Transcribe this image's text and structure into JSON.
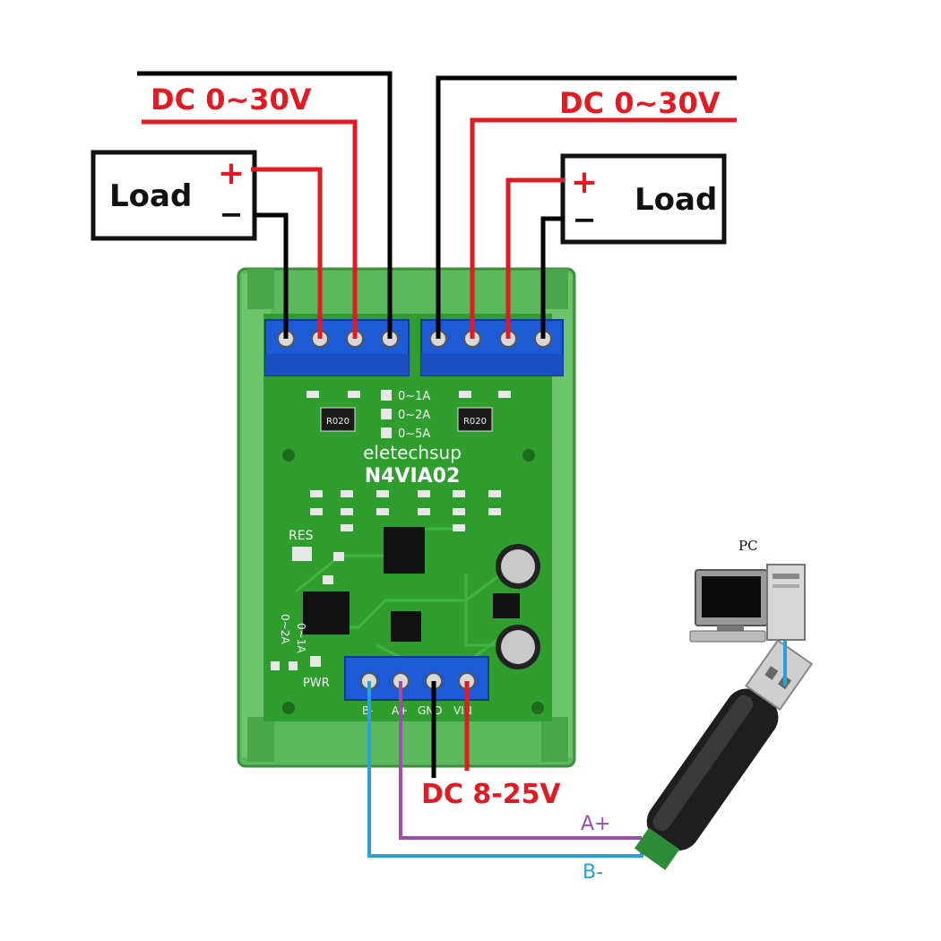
{
  "labels": {
    "dc_input_left": "DC 0~30V",
    "dc_input_right": "DC 0~30V",
    "load_left": "Load",
    "load_right": "Load",
    "plus": "+",
    "minus": "−",
    "power_supply": "DC 8-25V",
    "wire_a": "A+",
    "wire_b": "B-",
    "pc": "PC"
  },
  "board": {
    "brand": "eletechsup",
    "model": "N4VIA02",
    "range_1": "0~1A",
    "range_2": "0~2A",
    "range_3": "0~5A",
    "res": "RES",
    "pwr": "PWR",
    "range_side_1": "0~1A",
    "range_side_2": "0~2A",
    "shunt_left": "R020",
    "shunt_right": "R020",
    "pin_b": "B-",
    "pin_a": "A+",
    "pin_gnd": "GND",
    "pin_vin": "VIN"
  },
  "colors": {
    "positive_wire": "#e01b24",
    "ground_wire": "#000000",
    "rs485_a": "#9b4fa8",
    "rs485_b": "#2aa0d8",
    "pcb": "#2f9e2f",
    "terminal": "#1d5bd6",
    "enclosure": "#55b455"
  }
}
